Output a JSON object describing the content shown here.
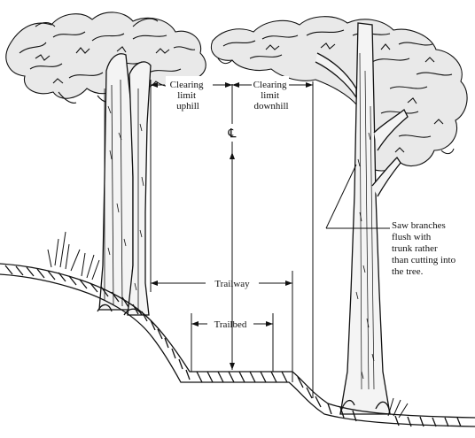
{
  "labels": {
    "clearing_uphill": [
      "Clearing",
      "limit",
      "uphill"
    ],
    "clearing_downhill": [
      "Clearing",
      "limit",
      "downhill"
    ],
    "centerline": "℄",
    "trailway": "Trailway",
    "trailbed": "Trailbed",
    "saw_note": [
      "Saw branches",
      "flush with",
      "trunk rather",
      "than cutting into",
      "the tree."
    ]
  },
  "colors": {
    "ink": "#111111",
    "background": "#ffffff"
  }
}
